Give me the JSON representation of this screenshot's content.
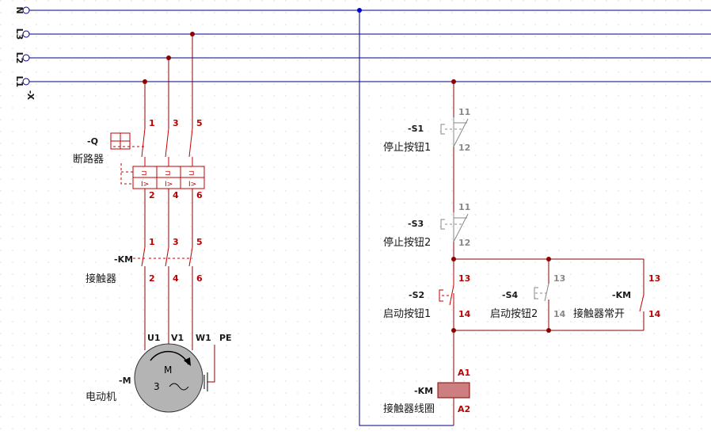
{
  "bus": {
    "lines": [
      {
        "name": "N"
      },
      {
        "name": "L3"
      },
      {
        "name": "L2"
      },
      {
        "name": "L1"
      }
    ],
    "terminal_tag": "-X"
  },
  "breaker": {
    "tag": "-Q",
    "label": "断路器",
    "pins_top": [
      "1",
      "3",
      "5"
    ],
    "pins_bottom": [
      "2",
      "4",
      "6"
    ]
  },
  "contactor_main": {
    "tag": "-KM",
    "label": "接触器",
    "pins_top": [
      "1",
      "3",
      "5"
    ],
    "pins_bottom": [
      "2",
      "4",
      "6"
    ]
  },
  "motor": {
    "tag": "-M",
    "label": "电动机",
    "symbol": "M",
    "phases": "3",
    "terminals": [
      "U1",
      "V1",
      "W1",
      "PE"
    ]
  },
  "stop1": {
    "tag": "-S1",
    "label": "停止按钮1",
    "pin_a": "11",
    "pin_b": "12"
  },
  "stop2": {
    "tag": "-S3",
    "label": "停止按钮2",
    "pin_a": "11",
    "pin_b": "12"
  },
  "start1": {
    "tag": "-S2",
    "label": "启动按钮1",
    "pin_a": "13",
    "pin_b": "14"
  },
  "start2": {
    "tag": "-S4",
    "label": "启动按钮2",
    "pin_a": "13",
    "pin_b": "14"
  },
  "aux": {
    "tag": "-KM",
    "label": "接触器常开",
    "pin_a": "13",
    "pin_b": "14"
  },
  "coil": {
    "tag": "-KM",
    "label": "接触器线圈",
    "pin_a": "A1",
    "pin_b": "A2"
  },
  "colors": {
    "line": "#000080",
    "wire": "#8b0000",
    "red": "#c00000",
    "grey": "#888888",
    "coil": "#cd7f7f",
    "motor": "#b4b4b4"
  }
}
